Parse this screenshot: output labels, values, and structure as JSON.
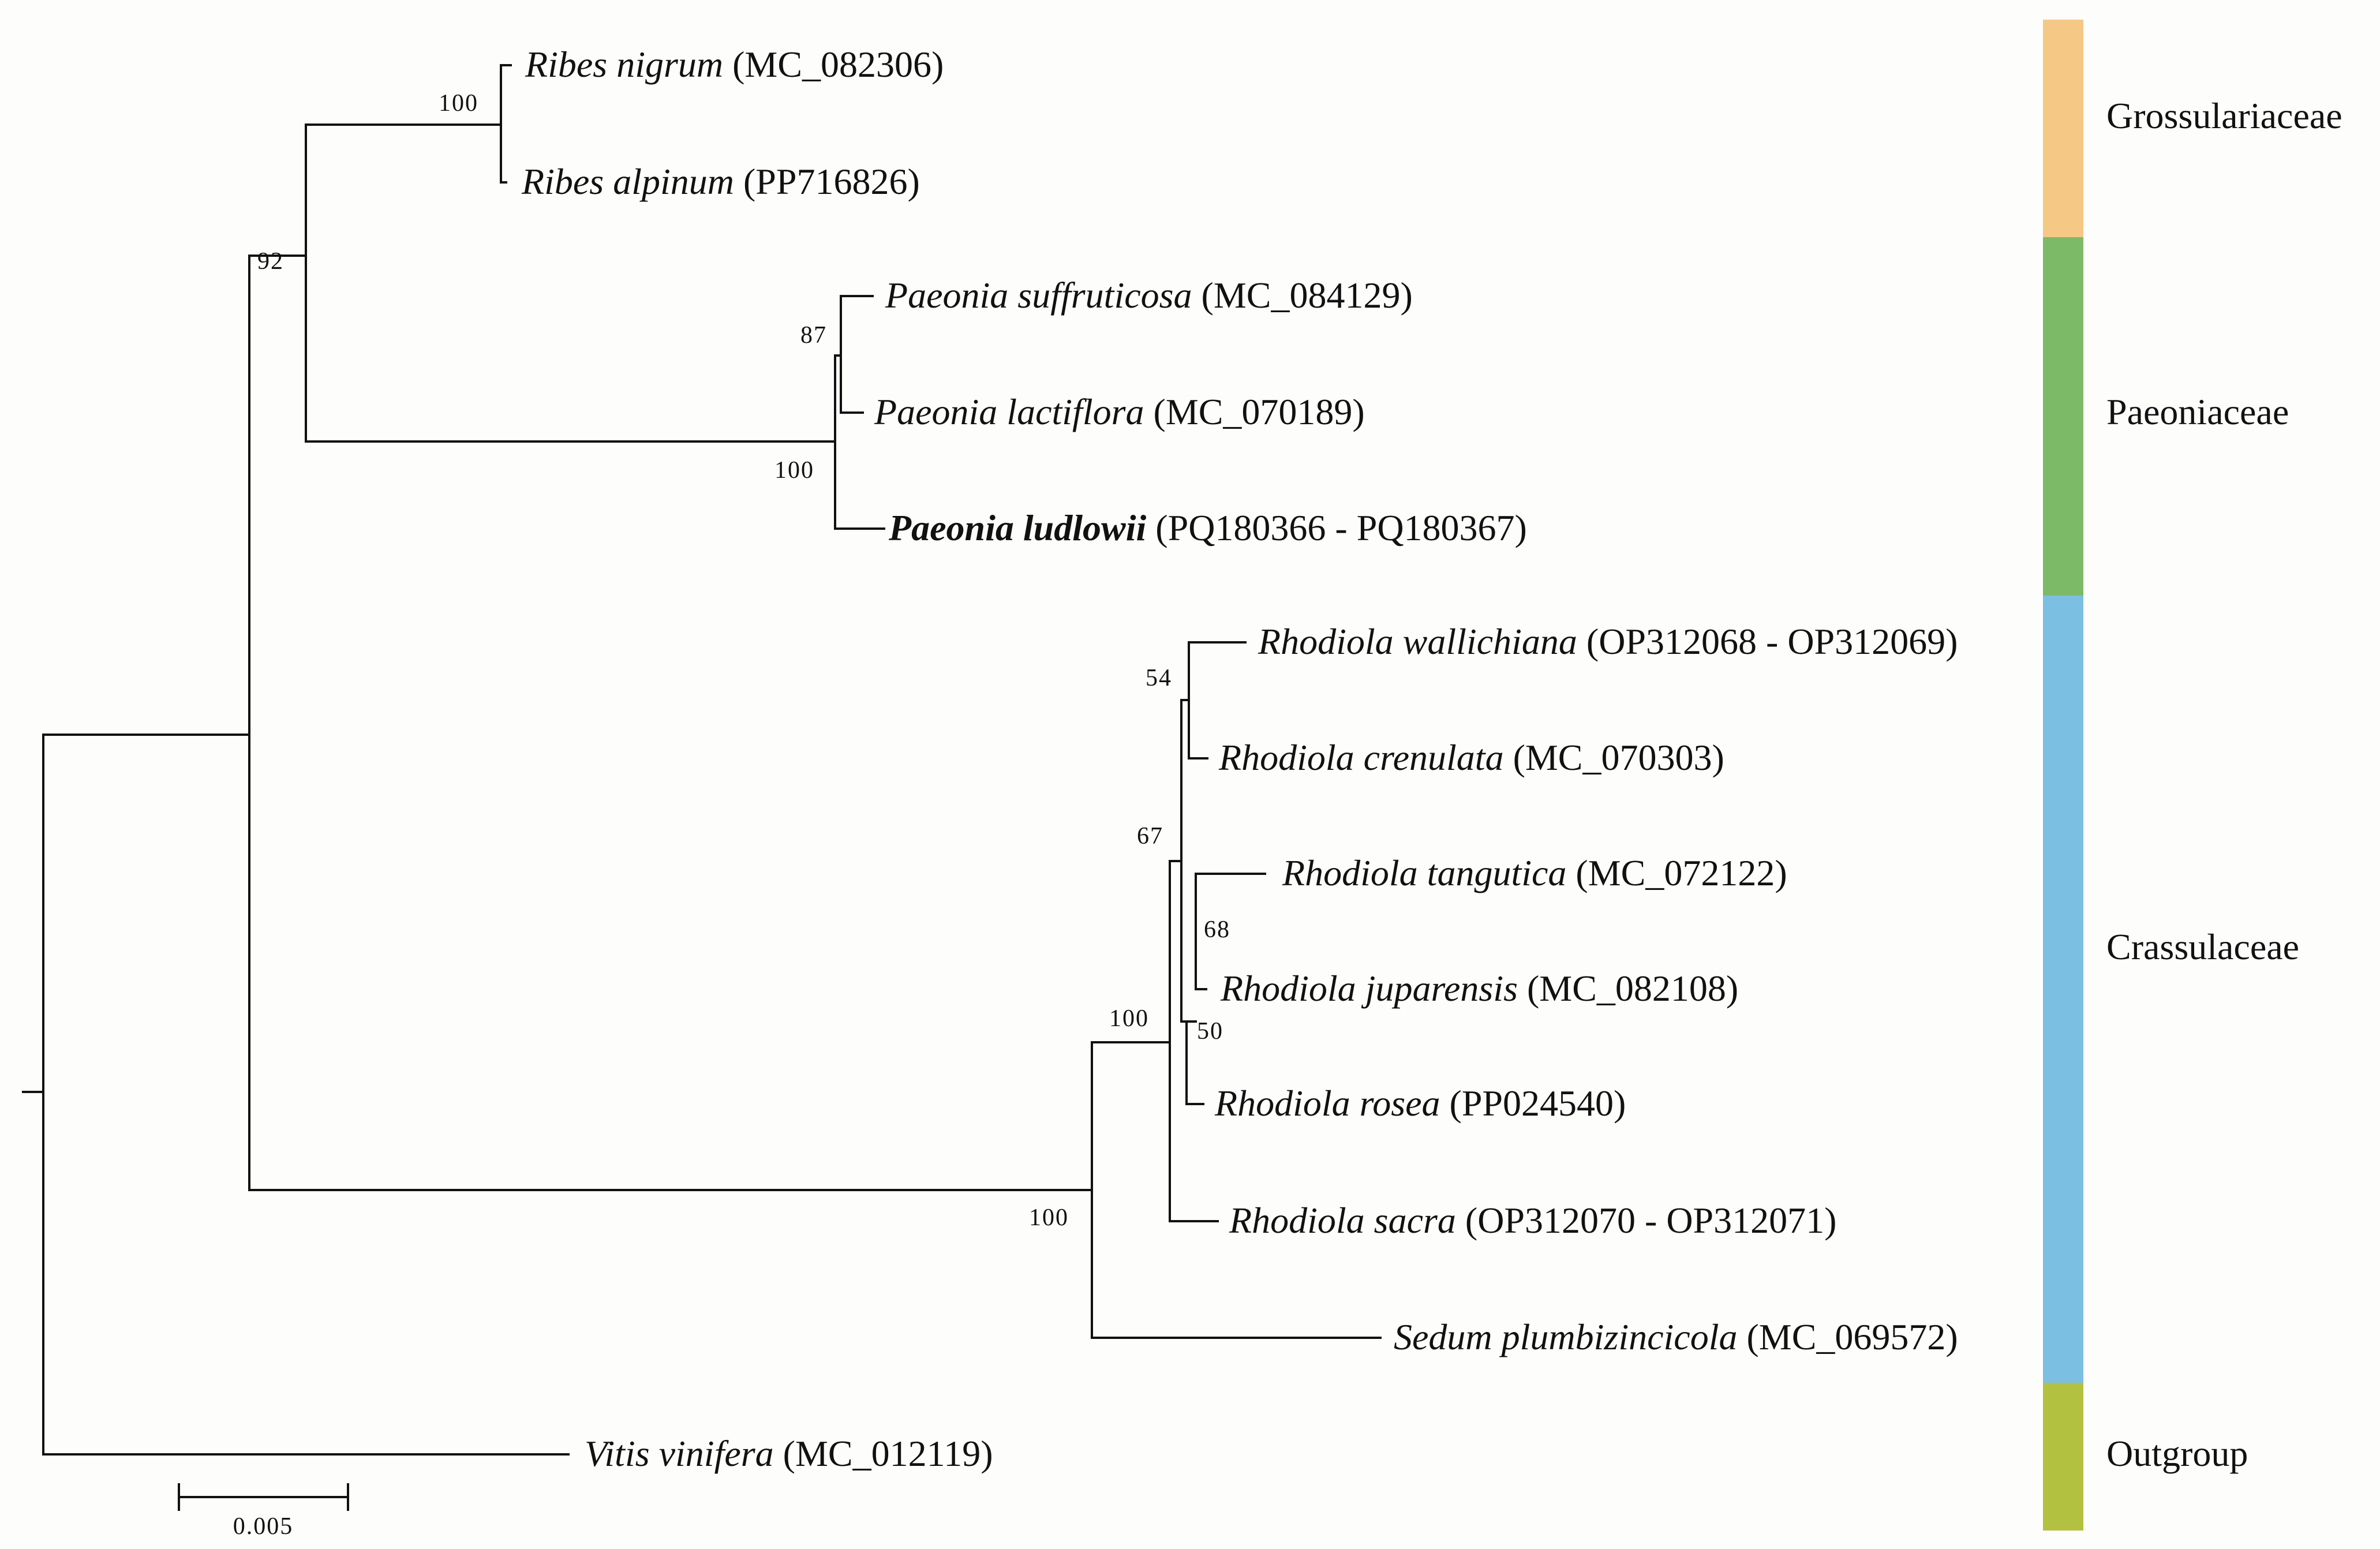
{
  "taxa": [
    {
      "id": "ribes-nigrum",
      "genus": "Ribes nigrum",
      "accession": "(MC_082306)",
      "bold": false
    },
    {
      "id": "ribes-alpinum",
      "genus": "Ribes alpinum",
      "accession": "(PP716826)",
      "bold": false
    },
    {
      "id": "paeonia-suffruticosa",
      "genus": "Paeonia suffruticosa",
      "accession": "(MC_084129)",
      "bold": false
    },
    {
      "id": "paeonia-lactiflora",
      "genus": "Paeonia lactiflora",
      "accession": "(MC_070189)",
      "bold": false
    },
    {
      "id": "paeonia-ludlowii",
      "genus": "Paeonia ludlowii",
      "accession": "(PQ180366 - PQ180367)",
      "bold": true
    },
    {
      "id": "rhodiola-wallichiana",
      "genus": "Rhodiola wallichiana",
      "accession": "(OP312068 - OP312069)",
      "bold": false
    },
    {
      "id": "rhodiola-crenulata",
      "genus": "Rhodiola crenulata",
      "accession": "(MC_070303)",
      "bold": false
    },
    {
      "id": "rhodiola-tangutica",
      "genus": "Rhodiola tangutica",
      "accession": "(MC_072122)",
      "bold": false
    },
    {
      "id": "rhodiola-juparensis",
      "genus": "Rhodiola juparensis",
      "accession": "(MC_082108)",
      "bold": false
    },
    {
      "id": "rhodiola-rosea",
      "genus": "Rhodiola rosea",
      "accession": "(PP024540)",
      "bold": false
    },
    {
      "id": "rhodiola-sacra",
      "genus": "Rhodiola sacra",
      "accession": "(OP312070 - OP312071)",
      "bold": false
    },
    {
      "id": "sedum-plumbizincicola",
      "genus": "Sedum plumbizincicola",
      "accession": "(MC_069572)",
      "bold": false
    },
    {
      "id": "vitis-vinifera",
      "genus": "Vitis vinifera",
      "accession": "(MC_012119)",
      "bold": false
    }
  ],
  "bootstrap": [
    {
      "id": "ribes",
      "value": "100"
    },
    {
      "id": "grossularia-paeonia",
      "value": "92"
    },
    {
      "id": "paeonia-inner",
      "value": "87"
    },
    {
      "id": "paeonia",
      "value": "100"
    },
    {
      "id": "wallichiana-crenulata",
      "value": "54"
    },
    {
      "id": "rhodiola-core",
      "value": "67"
    },
    {
      "id": "tangutica-juparensis",
      "value": "68"
    },
    {
      "id": "tangutica-rosea",
      "value": "50"
    },
    {
      "id": "rhodiola",
      "value": "100"
    },
    {
      "id": "crassulaceae",
      "value": "100"
    }
  ],
  "families": [
    {
      "id": "grossulariaceae",
      "name": "Grossulariaceae",
      "color": "#f6c886"
    },
    {
      "id": "paeoniaceae",
      "name": "Paeoniaceae",
      "color": "#7cba67"
    },
    {
      "id": "crassulaceae",
      "name": "Crassulaceae",
      "color": "#7bbfe2"
    },
    {
      "id": "outgroup",
      "name": "Outgroup",
      "color": "#b3c141"
    }
  ],
  "scale_bar": {
    "label": "0.005"
  }
}
